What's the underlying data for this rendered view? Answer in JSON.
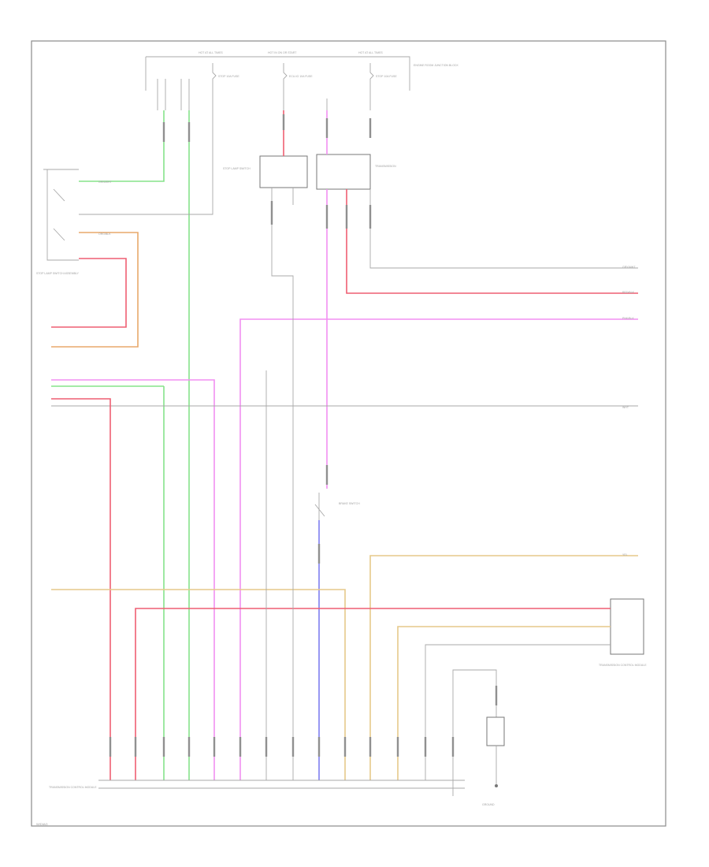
{
  "colors": {
    "green": "#86e38a",
    "pink": "#f28ff2",
    "red": "#ee5f72",
    "orange": "#e8a96b",
    "yellow": "#e6c98a",
    "blue": "#7f7ff0",
    "gray": "#a8a8a8",
    "frame": "#8a8a8a"
  },
  "labels": {
    "top_power_1": "HOT AT ALL TIMES",
    "top_power_2": "HOT IN ON OR START",
    "top_power_3": "HOT AT ALL TIMES",
    "junction_block": "ENGINE ROOM JUNCTION BLOCK",
    "fuse_1": "STOP 10A FUSE",
    "fuse_2": "ECU-IG 10A FUSE",
    "fuse_3": "STOP 10A FUSE",
    "relay_left": "STOP LAMP SWITCH",
    "relay_right": "TRANSMISSION",
    "stop_lamp_switch": "STOP LAMP SWITCH ASSEMBLY",
    "brake_switch": "BRAKE SWITCH",
    "tcm_right": "TRANSMISSION CONTROL MODULE",
    "tcm_bottom": "TRANSMISSION CONTROL MODULE",
    "ground": "GROUND",
    "wire_gray_white": "GRY/WHT",
    "wire_red_black": "RED/BLK",
    "wire_pink": "PNK/BLK",
    "wire_grn": "GRN/WHT",
    "wire_org": "ORG/BLK",
    "wire_yel": "YEL",
    "wire_wht": "WHT",
    "footer": "W/DIAG"
  }
}
